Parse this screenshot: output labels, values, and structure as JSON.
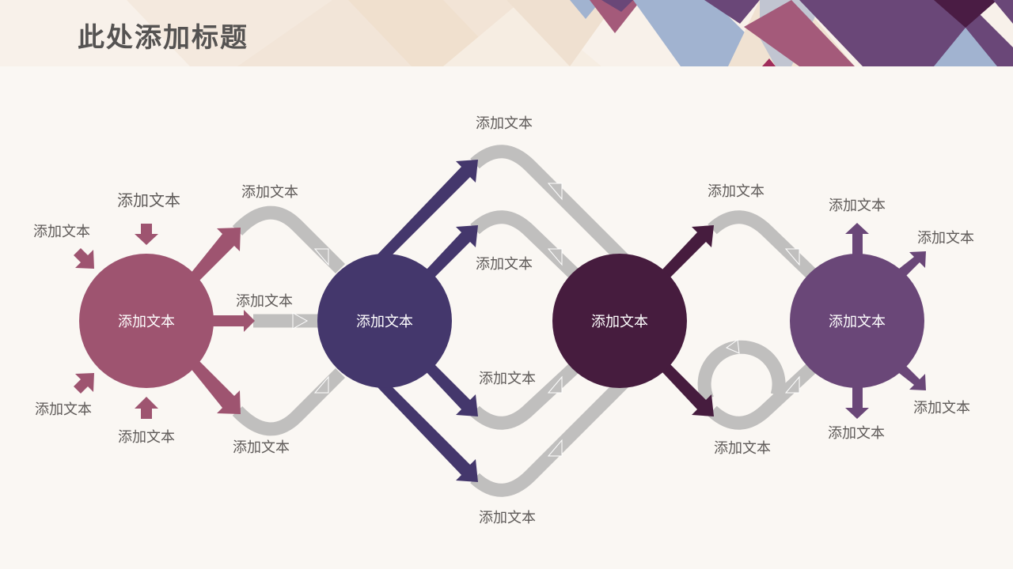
{
  "header": {
    "title": "此处添加标题",
    "band_colors": [
      "#f3e6da",
      "#a1b3d0",
      "#a45a7a",
      "#6a4778",
      "#4a1c44"
    ]
  },
  "colors": {
    "background": "#faf7f3",
    "connector_grey": "#c0bfbe",
    "node1": "#9e5470",
    "node2": "#44376c",
    "node3": "#461c3e",
    "node4": "#6a4778",
    "label_text": "#5e5a58"
  },
  "nodes": [
    {
      "id": "node1",
      "label": "添加文本"
    },
    {
      "id": "node2",
      "label": "添加文本"
    },
    {
      "id": "node3",
      "label": "添加文本"
    },
    {
      "id": "node4",
      "label": "添加文本"
    }
  ],
  "labels": {
    "n1_top": "添加文本",
    "n1_topleft": "添加文本",
    "n1_bottomleft": "添加文本",
    "n1_bottom": "添加文本",
    "n1_n2_upper": "添加文本",
    "n1_n2_middle": "添加文本",
    "n1_n2_lower": "添加文本",
    "n2_n3_outer_top": "添加文本",
    "n2_n3_inner_top": "添加文本",
    "n2_n3_inner_bottom": "添加文本",
    "n2_n3_outer_bottom": "添加文本",
    "n3_n4_upper": "添加文本",
    "n3_n4_lower": "添加文本",
    "n4_top": "添加文本",
    "n4_topright": "添加文本",
    "n4_bottomright": "添加文本",
    "n4_bottom": "添加文本"
  }
}
